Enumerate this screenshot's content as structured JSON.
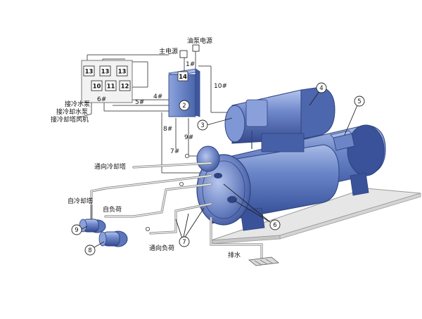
{
  "labels": {
    "main_power": "主电源",
    "oil_pump_power": "油泵电源",
    "chilled_pump": "接冷水泵",
    "cooling_pump": "接冷却水泵",
    "tower_fan": "接冷却塔风机",
    "to_cooling_tower": "通向冷却塔",
    "from_cooling_tower": "自冷却塔",
    "from_load": "自负荷",
    "to_load": "通向负荷",
    "drain": "排水"
  },
  "wire_labels": {
    "w1": "1#",
    "w10": "10#",
    "w4": "4#",
    "w5": "5#",
    "w6": "6#",
    "w8": "8#",
    "w9": "9#",
    "w7": "7#"
  },
  "panel_boxes": {
    "b13a": "13",
    "b13b": "13",
    "b13c": "13",
    "b10": "10",
    "b11": "11",
    "b12": "12",
    "b14": "14"
  },
  "callouts": {
    "c2": "2",
    "c3": "3",
    "c4": "4",
    "c5": "5",
    "c6": "6",
    "c7": "7",
    "c8": "8",
    "c9": "9"
  },
  "colors": {
    "equipment_blue": "#5a74b8",
    "equipment_dark": "#2f4684",
    "equipment_light": "#9fb2e0",
    "floor": "#cfcfcf"
  }
}
